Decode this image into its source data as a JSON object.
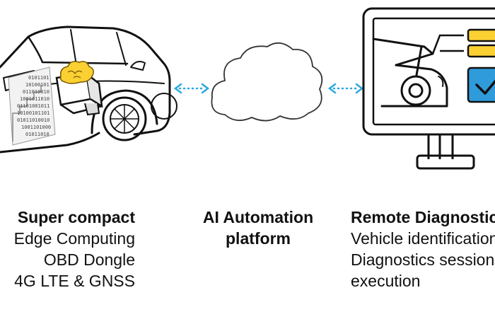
{
  "colors": {
    "arrow": "#29a8e0",
    "accent": "#fbd033",
    "check": "#2f9bdb",
    "ink": "#111111"
  },
  "dongle": {
    "binary_text": "101001100101001011001010010110100101101001011010010110100101101001011010"
  },
  "captions": {
    "left": {
      "title": "Super compact",
      "lines": [
        "Edge Computing",
        "OBD Dongle",
        "4G LTE & GNSS"
      ]
    },
    "mid": {
      "lines": [
        "AI Automation",
        "platform"
      ]
    },
    "right": {
      "title": "Remote Diagnostics",
      "lines": [
        "Vehicle identification",
        "Diagnostics session",
        "execution"
      ]
    }
  }
}
